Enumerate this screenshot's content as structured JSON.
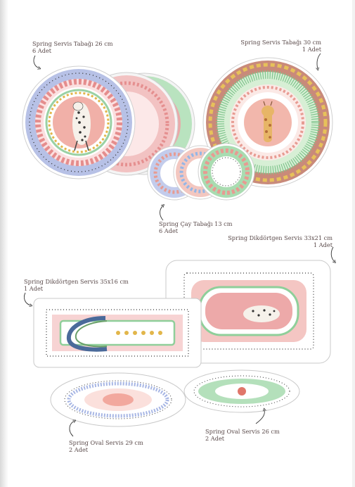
{
  "products": [
    {
      "id": "plate26",
      "name": "Spring Servis Tabağı 26 cm",
      "count": "6 Adet"
    },
    {
      "id": "plate30",
      "name": "Spring Servis Tabağı 30 cm",
      "count": "1 Adet"
    },
    {
      "id": "tea13",
      "name": "Spring Çay Tabağı 13 cm",
      "count": "6 Adet"
    },
    {
      "id": "rect33",
      "name": "Spring Dikdörtgen Servis 33x21 cm",
      "count": "1 Adet"
    },
    {
      "id": "rect35",
      "name": "Spring Dikdörtgen Servis 35x16 cm",
      "count": "1 Adet"
    },
    {
      "id": "oval29",
      "name": "Spring Oval Servis 29 cm",
      "count": "2 Adet"
    },
    {
      "id": "oval26",
      "name": "Spring Oval Servis 26 cm",
      "count": "2 Adet"
    }
  ],
  "colors": {
    "pink": "#e8a3a3",
    "blue": "#a9b7e0",
    "green": "#8fcf9a",
    "gold": "#d9b24a",
    "brown": "#8a6a5a",
    "text": "#5a4a4a"
  }
}
